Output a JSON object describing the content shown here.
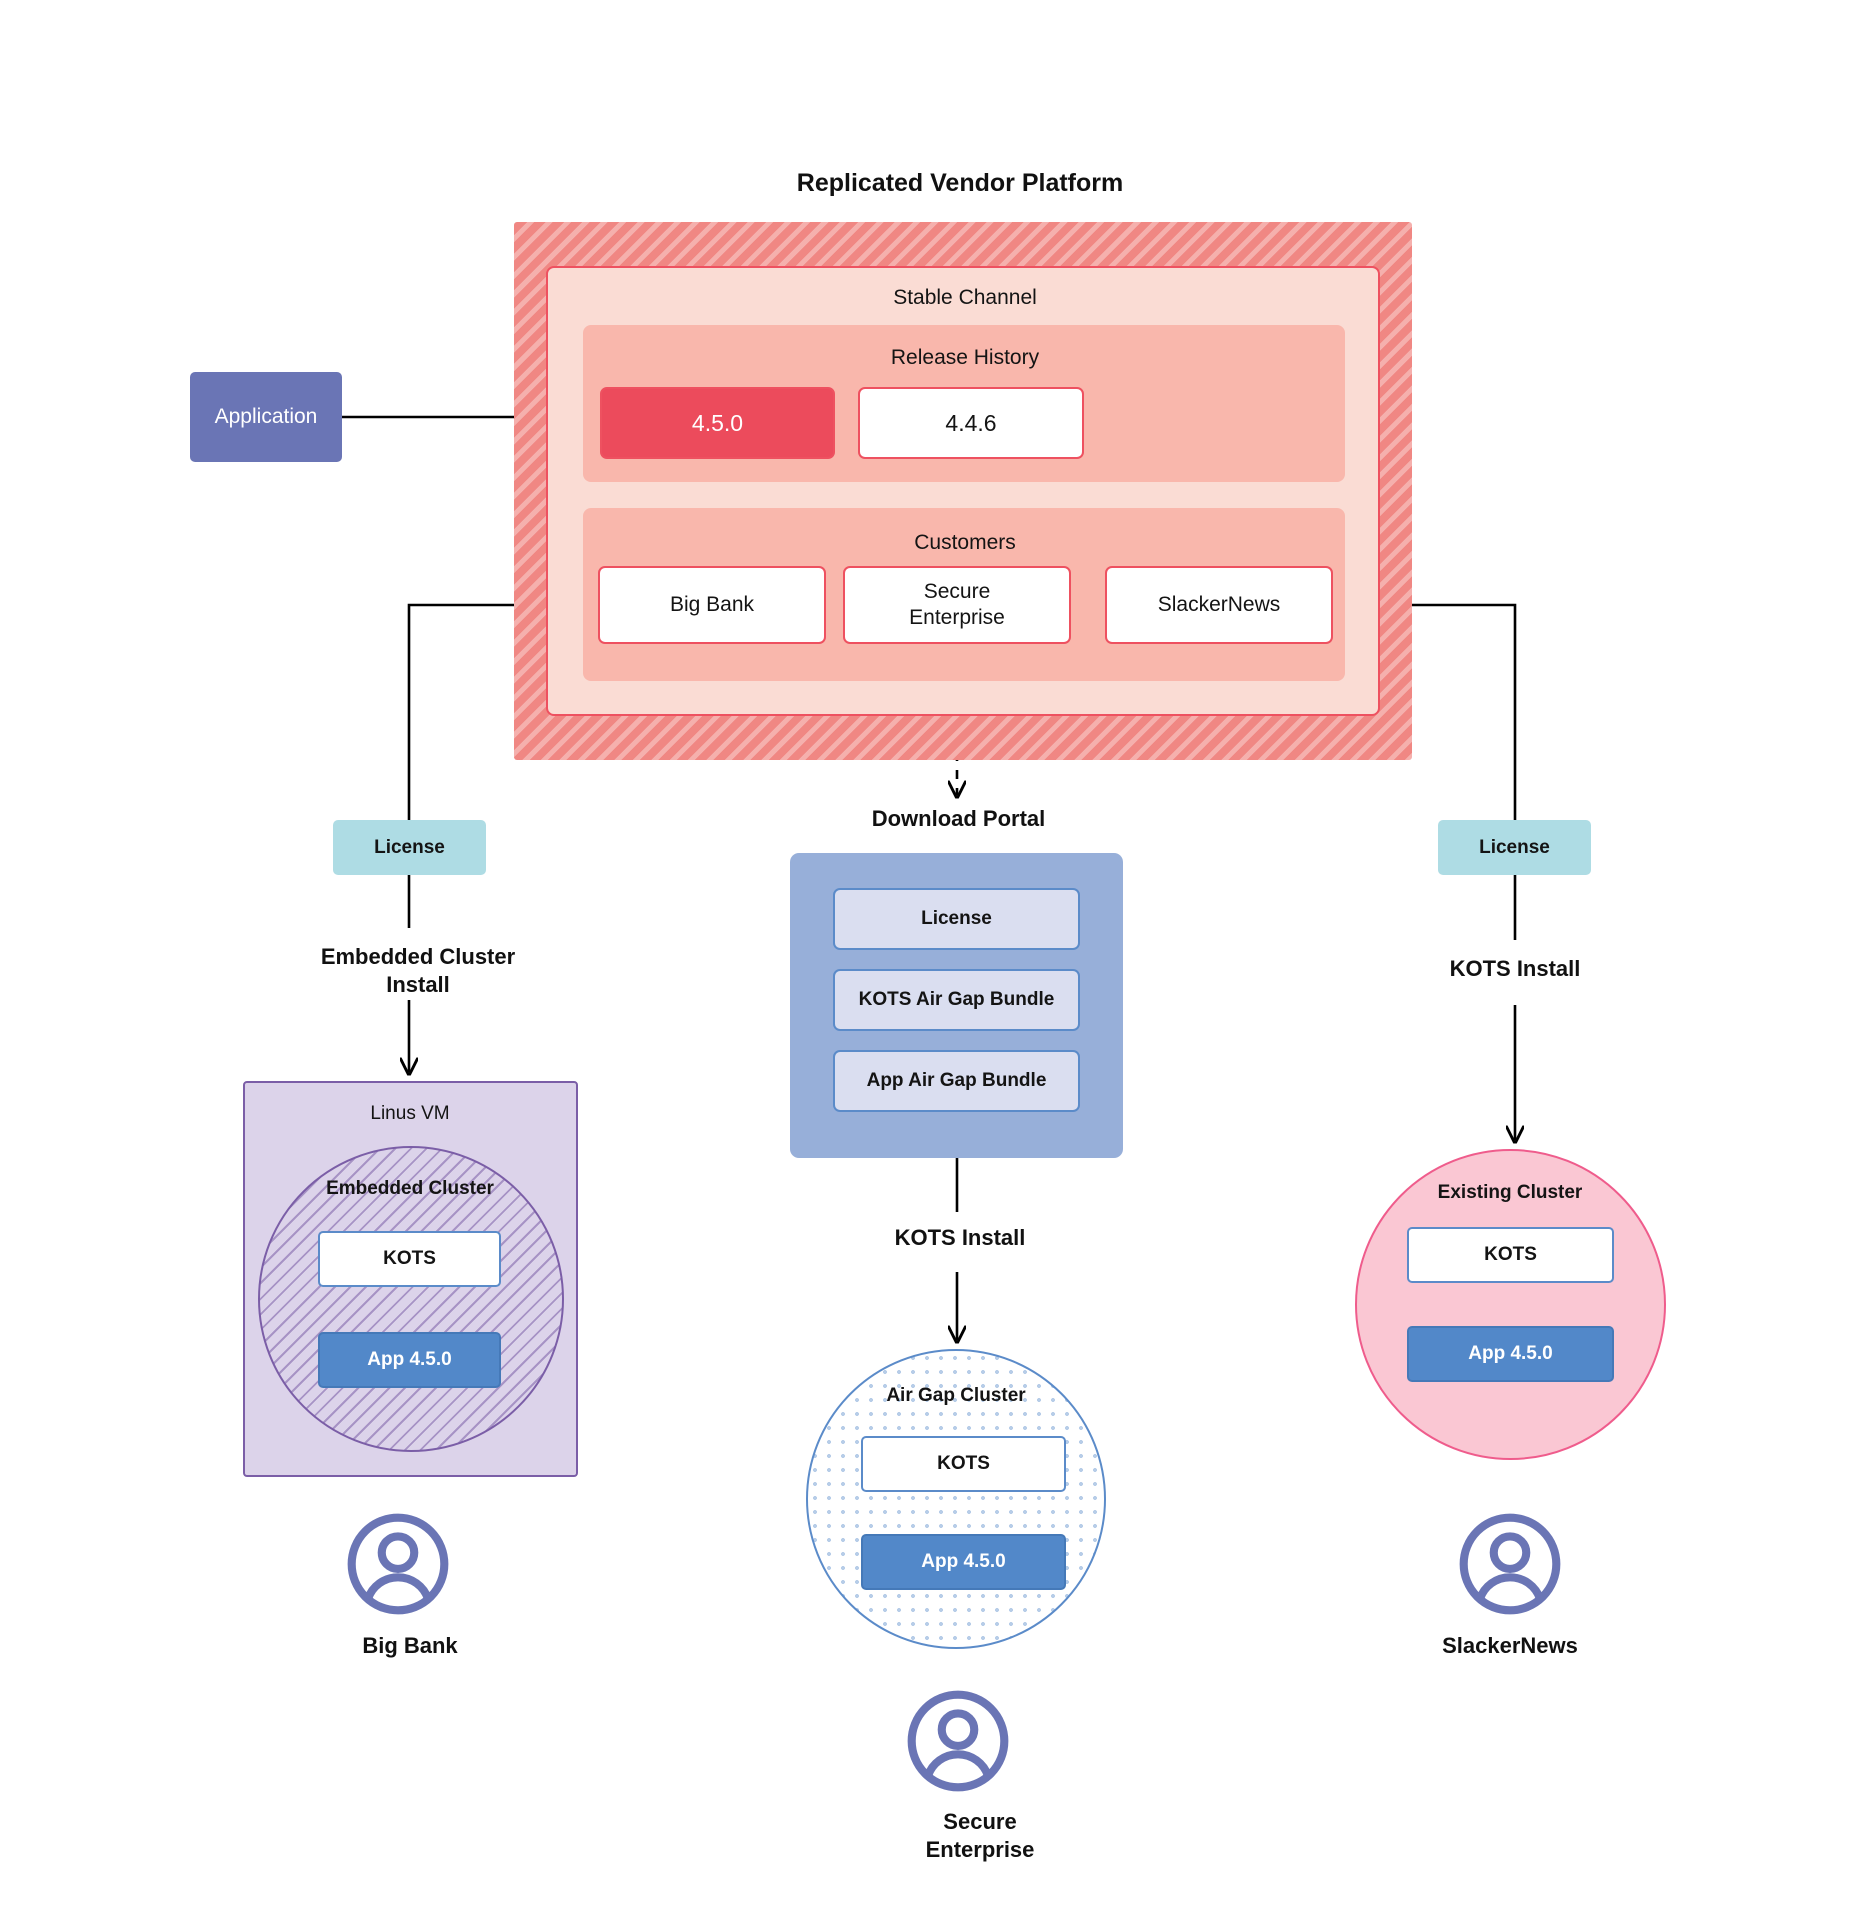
{
  "platform": {
    "title": "Replicated Vendor Platform",
    "stable_channel_label": "Stable Channel",
    "release_history_label": "Release History",
    "customers_label": "Customers",
    "releases": [
      {
        "version": "4.5.0",
        "state": "current",
        "color": "#EC4B5C"
      },
      {
        "version": "4.4.6",
        "state": "previous",
        "color": "#FFFFFF"
      }
    ],
    "customers": [
      {
        "name": "Big Bank"
      },
      {
        "name": "Secure\nEnterprise"
      },
      {
        "name": "SlackerNews"
      }
    ]
  },
  "application": {
    "label": "Application"
  },
  "licenses": {
    "left_label": "License",
    "right_label": "License"
  },
  "portal": {
    "title": "Download  Portal",
    "items": [
      {
        "label": "License"
      },
      {
        "label": "KOTS Air Gap Bundle"
      },
      {
        "label": "App Air Gap Bundle"
      }
    ]
  },
  "install_steps": {
    "embedded": "Embedded Cluster\nInstall",
    "kots_middle": "KOTS Install",
    "kots_right": "KOTS Install"
  },
  "clusters": {
    "left": {
      "host_label": "Linus VM",
      "cluster_label": "Embedded Cluster",
      "kots_label": "KOTS",
      "app_label": "App 4.5.0"
    },
    "middle": {
      "cluster_label": "Air Gap Cluster",
      "kots_label": "KOTS",
      "app_label": "App 4.5.0"
    },
    "right": {
      "cluster_label": "Existing Cluster",
      "kots_label": "KOTS",
      "app_label": "App 4.5.0"
    }
  },
  "personas": [
    {
      "name": "Big Bank",
      "icon": "user-avatar-icon"
    },
    {
      "name": "Secure\nEnterprise",
      "icon": "user-avatar-icon"
    },
    {
      "name": "SlackerNews",
      "icon": "user-avatar-icon"
    }
  ],
  "colors": {
    "platform_hatch": "#F08783",
    "stable_channel_bg": "#FADCD4",
    "release_panel_bg": "#F9B7AC",
    "release_current": "#EC4B5C",
    "accent_red_border": "#EE5160",
    "application_blue": "#6A75B5",
    "license_teal": "#AEDCE4",
    "portal_blue": "#97AFD9",
    "portal_item_bg": "#DADEF0",
    "app_blue": "#5288C9",
    "kots_border": "#5B8BC9",
    "vm_purple": "#DCD3EA",
    "vm_purple_border": "#7B5EA7",
    "existing_pink": "#FAC7D3",
    "existing_pink_border": "#EF5C8C",
    "persona_icon": "#6A75B5"
  }
}
